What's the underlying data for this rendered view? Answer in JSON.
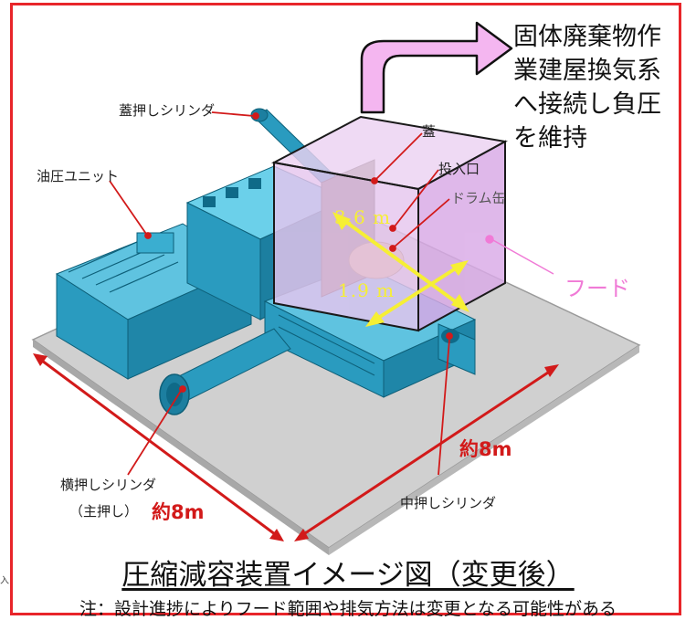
{
  "callout": {
    "line1": "固体廃棄物作",
    "line2": "業建屋換気系",
    "line3": "へ接続し負圧",
    "line4": "を維持"
  },
  "labels": {
    "lid_push_cylinder": "蓋押しシリンダ",
    "hydraulic_unit": "油圧ユニット",
    "lid": "蓋",
    "inlet": "投入口",
    "drum_section": "ドラム缶",
    "hood": "フード",
    "horizontal_push_cylinder": "横押しシリンダ",
    "main_push": "（主押し）",
    "middle_push_cylinder": "中押しシリンダ"
  },
  "dimensions": {
    "hood_length": "3.6 m",
    "hood_width": "1.9 m",
    "base_width": "約8m",
    "base_depth": "約8m"
  },
  "title": "圧縮減容装置イメージ図（変更後）",
  "note": "注：設計進捗によりフード範囲や排気方法は変更となる可能性がある",
  "margin_mark": "入",
  "colors": {
    "frame": "#e8252a",
    "machine": "#2a9bbf",
    "hood_fill": "#e9b9ef",
    "hood_edge": "#1a1a1a",
    "arrow_fill": "#f4b6f0",
    "dimension_red": "#d21a1a",
    "dimension_yellow": "#f6ef34",
    "hood_label": "#f07ad6"
  }
}
